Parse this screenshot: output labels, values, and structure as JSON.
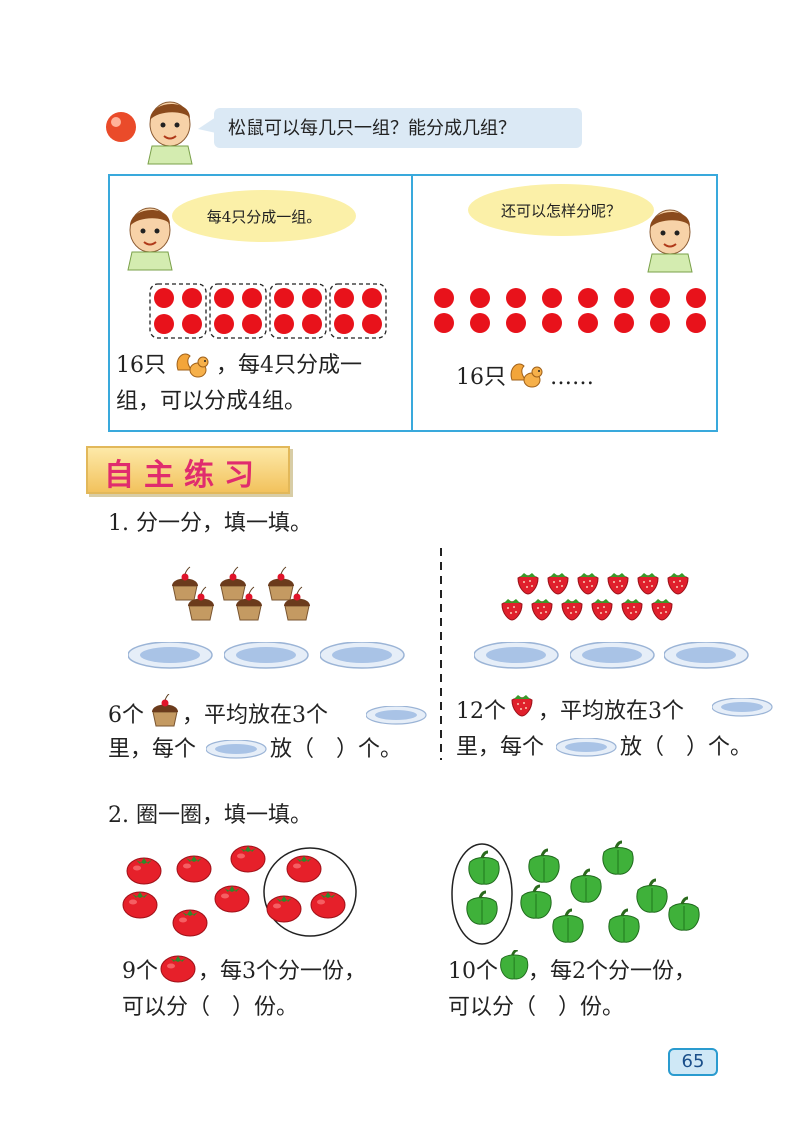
{
  "top": {
    "question": "松鼠可以每几只一组？能分成几组？"
  },
  "example": {
    "left_bubble": "每4只分成一组。",
    "left_line1_a": "16只",
    "left_line1_b": "，每4只分成一",
    "left_line2": "组，可以分成4组。",
    "right_bubble": "还可以怎样分呢？",
    "right_line_a": "16只",
    "right_line_b": "……"
  },
  "section_heading": "自主练习",
  "q1": {
    "title": "1. 分一分，填一填。",
    "left_line1_a": "6个",
    "left_line1_b": "，平均放在3个",
    "left_line2_a": "里，每个",
    "left_line2_b": "放（　）个。",
    "right_line1_a": "12个",
    "right_line1_b": "，平均放在3个",
    "right_line2_a": "里，每个",
    "right_line2_b": "放（　）个。"
  },
  "q2": {
    "title": "2. 圈一圈，填一填。",
    "left_line1_a": "9个",
    "left_line1_b": "，每3个分一份，",
    "left_line2": "可以分（　）份。",
    "right_line1_a": "10个",
    "right_line1_b": "，每2个分一份，",
    "right_line2": "可以分（　）份。"
  },
  "page_number": "65",
  "colors": {
    "accent_blue": "#39a9dc",
    "dot_red": "#e8121b",
    "heading_pink": "#e02c6e"
  }
}
